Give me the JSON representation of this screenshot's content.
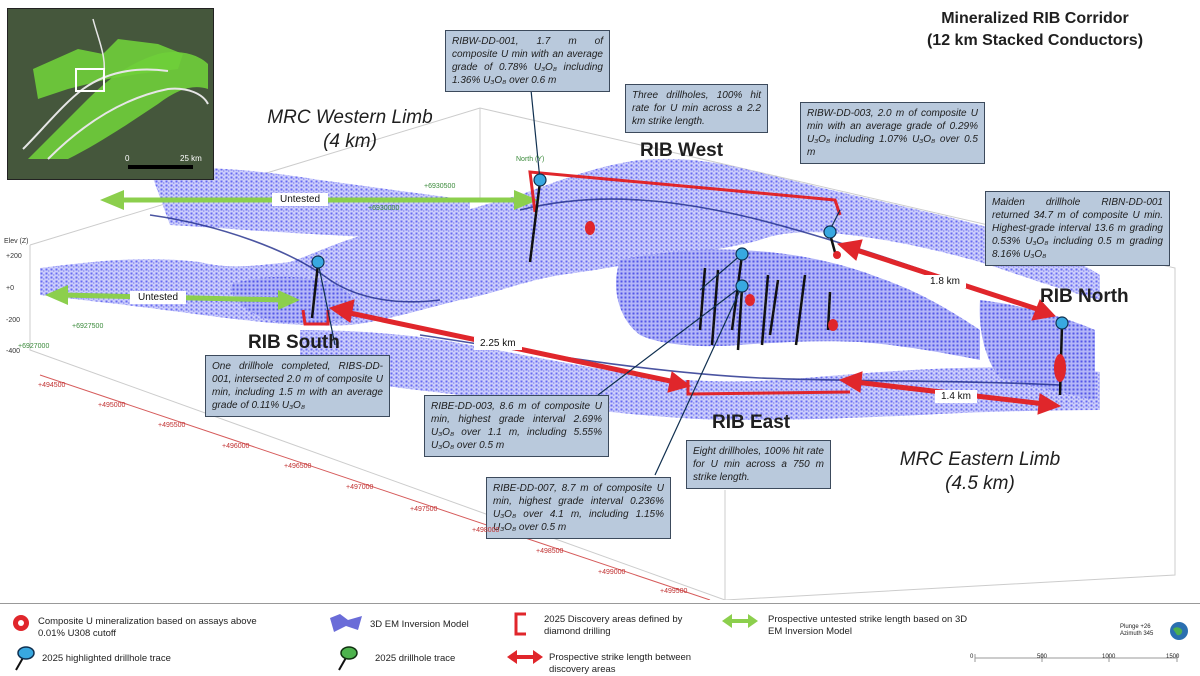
{
  "title": {
    "line1": "Mineralized RIB Corridor",
    "line2": "(12 km Stacked Conductors)"
  },
  "limbs": {
    "western": {
      "line1": "MRC Western Limb",
      "line2": "(4 km)"
    },
    "eastern": {
      "line1": "MRC Eastern Limb",
      "line2": "(4.5 km)"
    }
  },
  "sites": {
    "west": "RIB West",
    "north": "RIB North",
    "south": "RIB South",
    "east": "RIB East"
  },
  "callouts": {
    "ribw001": "RIBW-DD-001, 1.7 m of composite U min with an average grade of 0.78% U₃O₈ including 1.36% U₃O₈ over 0.6 m",
    "west_summary": "Three drillholes, 100% hit rate for U min across a 2.2 km strike length.",
    "ribw003": "RIBW-DD-003, 2.0 m of composite U min with an average grade of 0.29% U₃O₈ including 1.07% U₃O₈ over 0.5 m",
    "ribn001": "Maiden drillhole RIBN-DD-001 returned 34.7 m of composite U min. Highest-grade interval 13.6 m grading 0.53% U₃O₈ including 0.5 m grading 8.16% U₃O₈",
    "ribs001": "One drillhole completed, RIBS-DD-001, intersected 2.0 m of composite U min, including 1.5 m with an average grade of 0.11% U₃O₈",
    "ribe003": "RIBE-DD-003, 8.6 m of composite U min, highest grade interval 2.69% U₃O₈ over 1.1 m, including 5.55% U₃O₈ over 0.5 m",
    "east_summary": "Eight drillholes, 100% hit rate for U min across a 750 m strike length.",
    "ribe007": "RIBE-DD-007, 8.7 m of composite U min, highest grade interval 0.236% U₃O₈ over 4.1 m, including 1.15% U₃O₈ over 0.5 m"
  },
  "distances": {
    "d1": "1.8 km",
    "d2": "2.25 km",
    "d3": "1.4 km"
  },
  "untested": {
    "u1": "Untested",
    "u2": "Untested"
  },
  "inset": {
    "scale_start": "0",
    "scale_end": "25 km"
  },
  "axes": {
    "elev_title": "Elev (Z)",
    "elev_ticks": [
      "+200",
      "+0",
      "-200",
      "-400"
    ],
    "north_label": "North (Y)",
    "north_ticks": [
      "+6930500",
      "+6930000",
      "+6927500",
      "+6927000"
    ],
    "east_ticks": [
      "+494500",
      "+495000",
      "+495500",
      "+496000",
      "+496500",
      "+497000",
      "+497500",
      "+498000",
      "+498500",
      "+499000",
      "+499500"
    ]
  },
  "legend": {
    "composite": "Composite U mineralization based on assays above 0.01% U308 cutoff",
    "highlighted": "2025 highlighted drillhole trace",
    "em_model": "3D EM Inversion Model",
    "trace2025": "2025 drillhole trace",
    "discovery": "2025 Discovery areas defined by diamond drilling",
    "strike_between": "Prospective strike length between discovery areas",
    "untested_strike": "Prospective untested strike length based on 3D EM Inversion Model",
    "plunge": "Plunge +26",
    "azimuth": "Azimuth 345",
    "scale_ticks": [
      "0",
      "500",
      "1000",
      "1500"
    ]
  },
  "colors": {
    "accent_red": "#e0262b",
    "accent_green": "#8ccf4d",
    "em_blue": "#5b5ef0",
    "callout_bg": "#b9c9dc"
  }
}
